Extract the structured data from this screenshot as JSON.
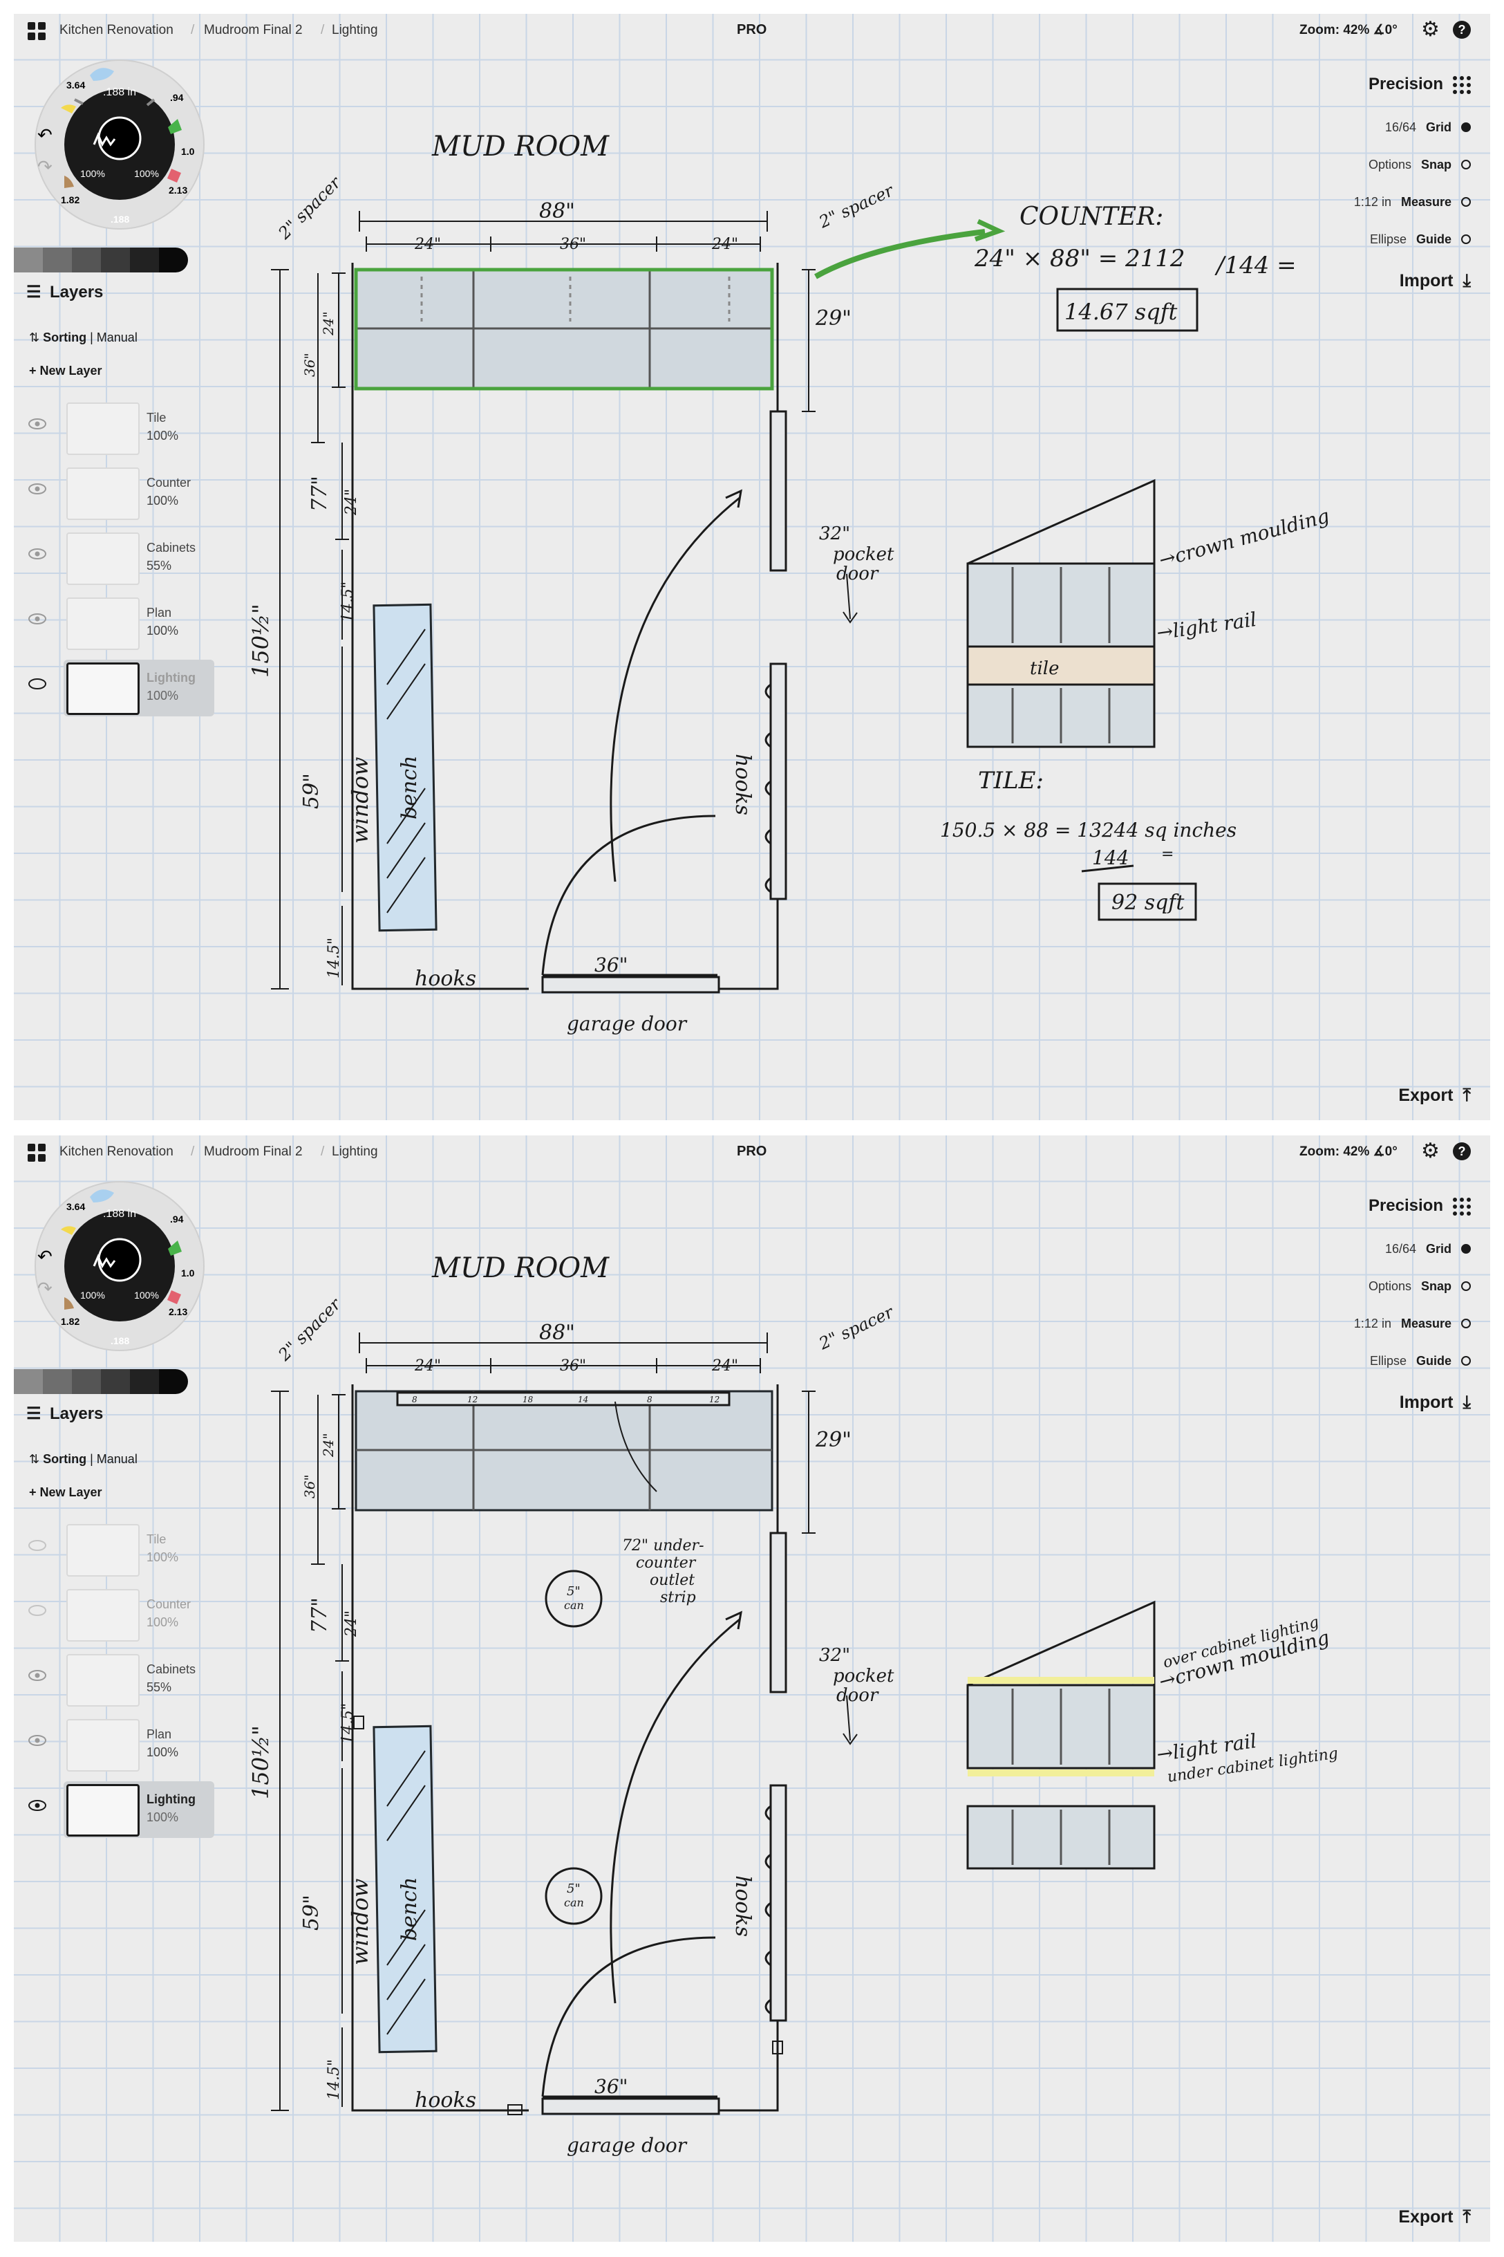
{
  "breadcrumb": [
    "Kitchen Renovation",
    "Mudroom Final 2",
    "Lighting"
  ],
  "plan_label": "PRO",
  "zoom": {
    "label": "Zoom:",
    "percent": "42%",
    "angle": "∡0°"
  },
  "precision": {
    "title": "Precision",
    "options": [
      {
        "value": "16/64",
        "name": "Grid",
        "on": true
      },
      {
        "value": "Options",
        "name": "Snap",
        "on": false
      },
      {
        "value": "1:12 in",
        "name": "Measure",
        "on": false
      },
      {
        "value": "Ellipse",
        "name": "Guide",
        "on": false
      }
    ]
  },
  "import_label": "Import",
  "export_label": "Export",
  "tool_wheel": {
    "brush_size": ".188 in",
    "opacity_left": "100%",
    "opacity_right": "100%",
    "tool_sizes": [
      "3.64",
      ".94",
      "1.0",
      "2.13",
      ".188",
      "1.82"
    ]
  },
  "swatch_colors": [
    "#8a8a8a",
    "#6e6e6e",
    "#555555",
    "#3a3a3a",
    "#222222",
    "#0a0a0a"
  ],
  "layers": {
    "title": "Layers",
    "sorting_label": "Sorting",
    "sorting_mode": "Manual",
    "new_layer_label": "New Layer"
  },
  "top_view": {
    "layers": [
      {
        "name": "Tile",
        "opacity": "100%",
        "visible": true,
        "selected": false
      },
      {
        "name": "Counter",
        "opacity": "100%",
        "visible": true,
        "selected": false
      },
      {
        "name": "Cabinets",
        "opacity": "55%",
        "visible": true,
        "selected": false
      },
      {
        "name": "Plan",
        "opacity": "100%",
        "visible": true,
        "selected": false
      },
      {
        "name": "Lighting",
        "opacity": "100%",
        "visible": false,
        "selected": true
      }
    ]
  },
  "bottom_view": {
    "layers": [
      {
        "name": "Tile",
        "opacity": "100%",
        "visible": false,
        "selected": false
      },
      {
        "name": "Counter",
        "opacity": "100%",
        "visible": false,
        "selected": false
      },
      {
        "name": "Cabinets",
        "opacity": "55%",
        "visible": true,
        "selected": false
      },
      {
        "name": "Plan",
        "opacity": "100%",
        "visible": true,
        "selected": false
      },
      {
        "name": "Lighting",
        "opacity": "100%",
        "visible": true,
        "selected": true
      }
    ]
  },
  "drawing_text": {
    "title": "MUD ROOM",
    "width_dim": "88\"",
    "dim_24_left": "24\"",
    "dim_36_top": "36\"",
    "dim_24_right": "24\"",
    "spacer_left": "2\" spacer",
    "spacer_right": "2\" spacer",
    "depth_24": "24\"",
    "depth_36": "36\"",
    "dim_29": "29\"",
    "dim_77": "77\"",
    "dim_24_wall": "24\"",
    "dim_14_5_top": "14.5\"",
    "dim_59": "59\"",
    "dim_14_5_bottom": "14.5\"",
    "total_height": "150½\"",
    "window": "window",
    "bench": "bench",
    "hooks_bottom": "hooks",
    "hooks_right": "hooks",
    "pocket_door": [
      "32\"",
      "pocket",
      "door"
    ],
    "door_width": "36\"",
    "garage_door": "garage door",
    "counter_heading": "COUNTER:",
    "counter_formula": "24\" × 88\" = 2112",
    "counter_divisor": "/144 =",
    "counter_result": "14.67 sqft",
    "tile_heading": "TILE:",
    "tile_formula": "150.5 × 88 = 13244 sq inches",
    "tile_divisor": "144",
    "tile_equals": "=",
    "tile_result": "92 sqft",
    "crown_molding": "→crown moulding",
    "light_rail": "→light rail",
    "tile_label": "tile",
    "over_cabinet_lighting": "over cabinet lighting",
    "under_cabinet_lighting": "under cabinet lighting",
    "outlet_strip": [
      "72\" under-",
      "counter",
      "outlet",
      "strip"
    ],
    "can_label": [
      "5\"",
      "can"
    ],
    "outlet_numbers": [
      "8",
      "12",
      "18",
      "14",
      "8",
      "12"
    ]
  }
}
